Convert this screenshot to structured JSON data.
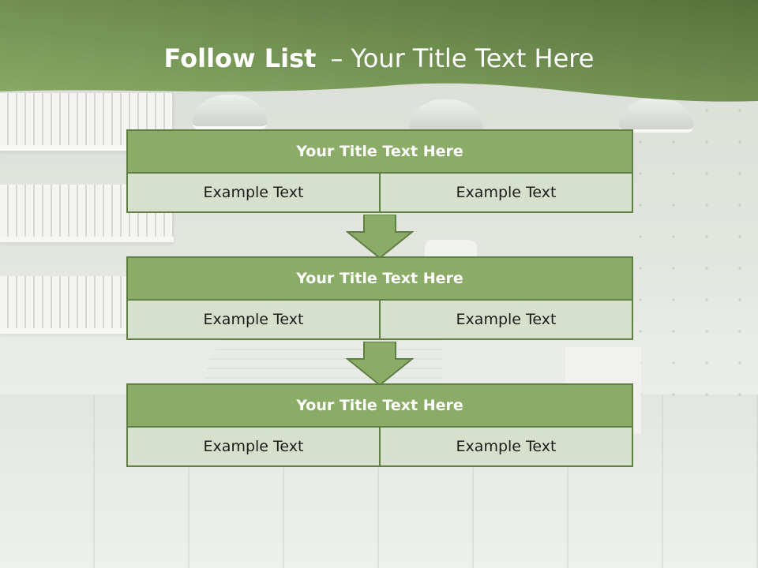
{
  "slide": {
    "title_bold": "Follow List",
    "title_separator": "–",
    "title_rest": "Your Title Text Here"
  },
  "blocks": [
    {
      "title": "Your Title Text Here",
      "left_text": "Example Text",
      "right_text": "Example Text"
    },
    {
      "title": "Your Title Text Here",
      "left_text": "Example Text",
      "right_text": "Example Text"
    },
    {
      "title": "Your Title Text Here",
      "left_text": "Example Text",
      "right_text": "Example Text"
    }
  ],
  "colors": {
    "header_dark": "#56723a",
    "header_light": "#8aac67",
    "title_fill": "#8aac67",
    "cell_fill": "#d6e0cc",
    "border": "#5f7f45",
    "arrow_fill": "#8aac67"
  },
  "icons": {
    "connector": "arrow-down-icon"
  }
}
